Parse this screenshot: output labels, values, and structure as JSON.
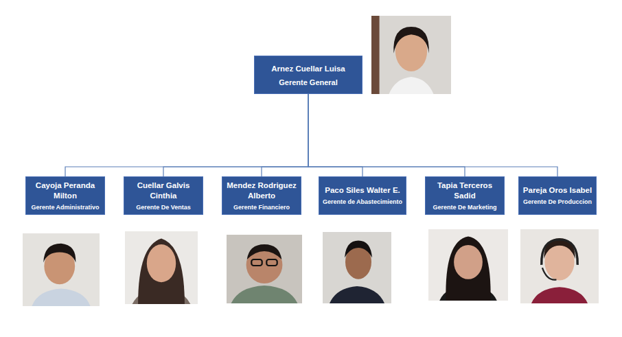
{
  "diagram": {
    "nodes": [
      {
        "text": [
          "Arnez Cuellar Luisa",
          "Gerente General"
        ]
      },
      {
        "text": [
          "Cayoja Peranda Milton",
          "Gerente Administrativo"
        ]
      },
      {
        "text": [
          "Cuellar Galvis Cinthia",
          "Gerente De Ventas"
        ]
      },
      {
        "text": [
          "Mendez Rodriguez Alberto",
          "Gerente Financiero"
        ]
      },
      {
        "text": [
          "Paco Siles Walter E.",
          "Gerente de Abastecimiento"
        ]
      },
      {
        "text": [
          "Tapia Terceros Sadid",
          "Gerente De Marketing"
        ]
      },
      {
        "text": [
          "Pareja Oros Isabel",
          "Gerente De Produccion"
        ]
      }
    ],
    "edges": [
      {
        "from": 0,
        "to": 1,
        "arrow": "none"
      },
      {
        "from": 0,
        "to": 2,
        "arrow": "none"
      },
      {
        "from": 0,
        "to": 3,
        "arrow": "none"
      },
      {
        "from": 0,
        "to": 4,
        "arrow": "none"
      },
      {
        "from": 0,
        "to": 5,
        "arrow": "none"
      },
      {
        "from": 0,
        "to": 6,
        "arrow": "none"
      }
    ]
  }
}
